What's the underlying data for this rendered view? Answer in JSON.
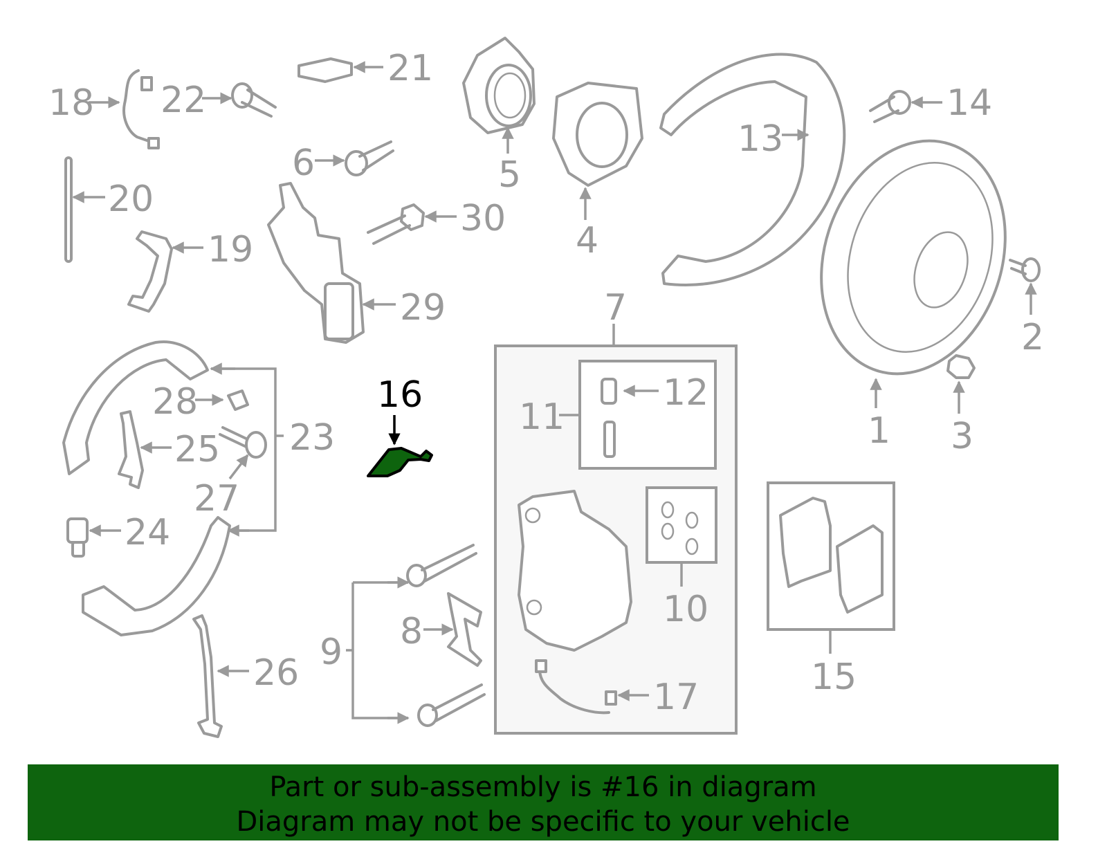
{
  "diagram": {
    "highlighted_part": "16",
    "highlight_color": "#0e640e",
    "labels": [
      "1",
      "2",
      "3",
      "4",
      "5",
      "6",
      "7",
      "8",
      "9",
      "10",
      "11",
      "12",
      "13",
      "14",
      "15",
      "16",
      "17",
      "18",
      "19",
      "20",
      "21",
      "22",
      "23",
      "24",
      "25",
      "26",
      "27",
      "28",
      "29",
      "30"
    ]
  },
  "banner": {
    "line1": "Part or sub-assembly is #16 in diagram",
    "line2": "Diagram may not be specific to your vehicle",
    "background": "#0e640e"
  }
}
